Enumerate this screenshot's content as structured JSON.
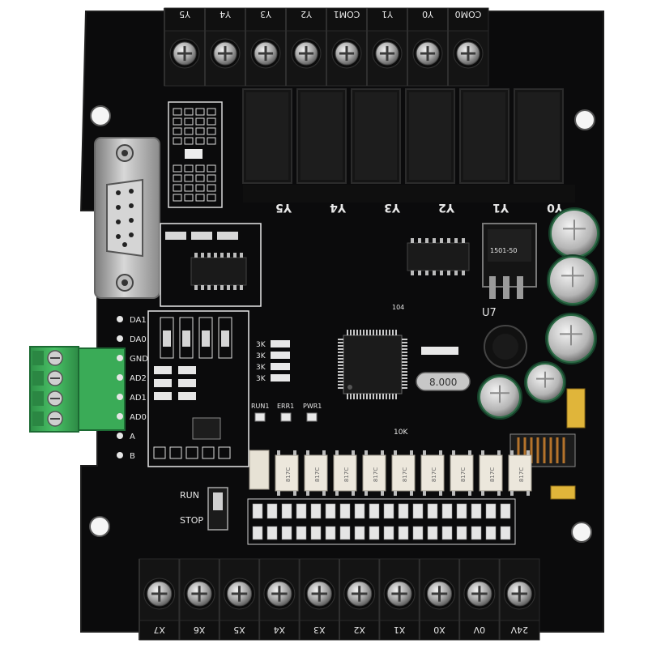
{
  "board": {
    "top_terminals": [
      "Y5",
      "Y4",
      "Y3",
      "Y2",
      "COM1",
      "Y1",
      "Y0",
      "COM0"
    ],
    "bottom_terminals": [
      "X7",
      "X6",
      "X5",
      "X4",
      "X3",
      "X2",
      "X1",
      "X0",
      "0V",
      "24V"
    ],
    "analog_labels": [
      "DA1",
      "DA0",
      "GND",
      "AD2",
      "AD1",
      "AD0",
      "A",
      "B"
    ],
    "relay_labels": [
      "Y5",
      "Y4",
      "Y3",
      "Y2",
      "Y1",
      "Y0"
    ],
    "run_stop": {
      "run": "RUN",
      "stop": "STOP"
    },
    "leds": [
      "RUN1",
      "ERR1",
      "PWR1"
    ],
    "crystal": "8.000",
    "regulator": "U7",
    "regulator_text": "1501-50",
    "opto_text": "817C",
    "resistor_label": "3K",
    "small_label": "10K",
    "cap_label": "104"
  },
  "colors": {
    "pcb": "#0b0b0c",
    "terminal": "#141414",
    "screw": "#b9b9b9",
    "relay": "#151515",
    "green_terminal": "#3fb05a",
    "silkscreen": "#e8e8e8",
    "capacitor": "#2d6b46",
    "opto": "#ece7dc",
    "inductor": "#d7a632"
  }
}
